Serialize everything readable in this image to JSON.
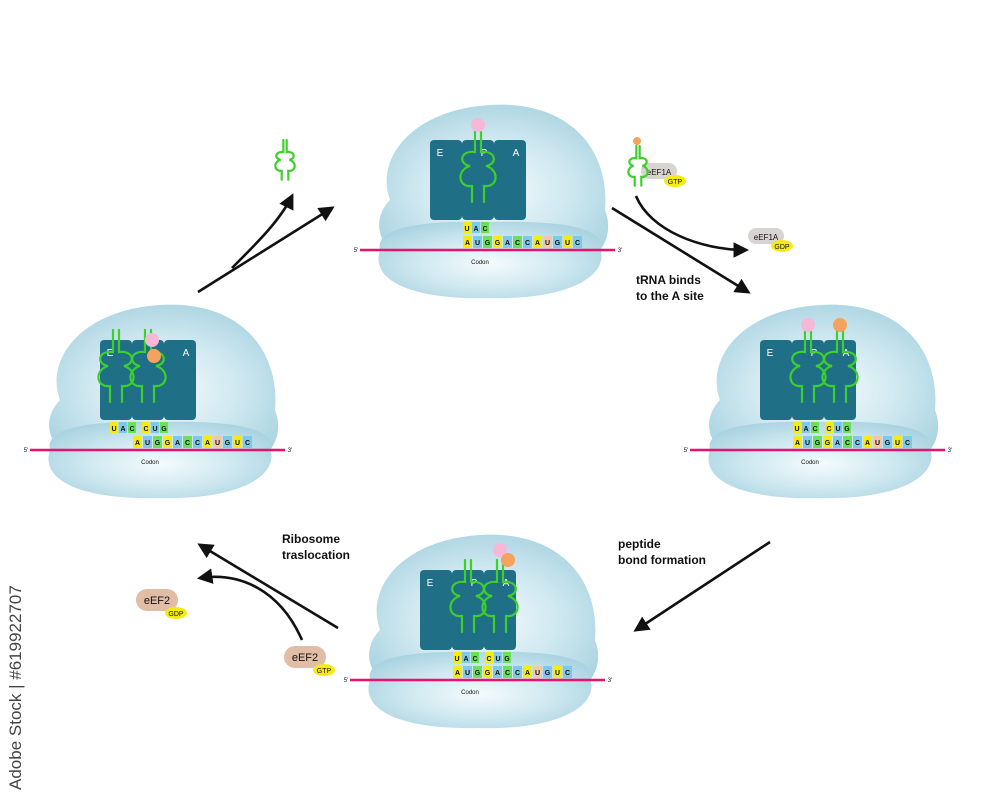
{
  "labels": {
    "trna_binds": "tRNA binds\nto the A site",
    "peptide_bond": "peptide\nbond formation",
    "translocation": "Ribosome\ntraslocation"
  },
  "sites": {
    "e": "E",
    "p": "P",
    "a": "A"
  },
  "mrna": {
    "five_prime": "5'",
    "three_prime": "3'",
    "codon_label": "Codon",
    "bases": [
      "A",
      "U",
      "G",
      "G",
      "A",
      "C",
      "C",
      "A",
      "U",
      "G",
      "U",
      "C"
    ]
  },
  "anticodons": {
    "first": [
      "U",
      "A",
      "C"
    ],
    "second": [
      "C",
      "U",
      "G"
    ]
  },
  "factors": {
    "eef1a": "eEF1A",
    "gtp": "GTP",
    "gdp": "GDP",
    "eef2": "eEF2"
  },
  "watermark": "Adobe Stock | #619922707",
  "colors": {
    "ribosome": "#b8dde8",
    "subunit_site": "#1f6f86",
    "mrna_line": "#e8116f",
    "trna": "#3ecf2a",
    "amino_pink": "#f7b8d8",
    "amino_orange": "#f5a25e",
    "gtp_badge": "#f5ea14",
    "factor1": "#d8d4d2",
    "factor2": "#e2bda5",
    "base_colors": [
      "#f5ea14",
      "#7ec9e8",
      "#6be05a",
      "#f5ea14",
      "#7ec9e8",
      "#6be05a",
      "#7ec9e8",
      "#f5ea14",
      "#f6c7a5",
      "#7ec9e8",
      "#f5ea14",
      "#7ec9e8"
    ]
  }
}
